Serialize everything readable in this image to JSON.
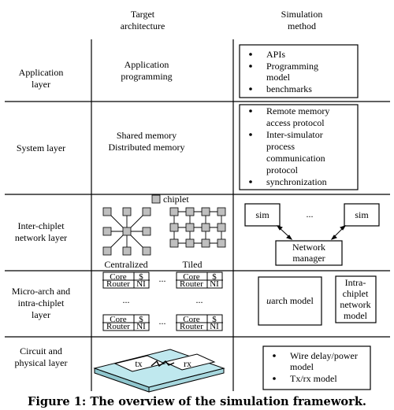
{
  "headers": {
    "target_l1": "Target",
    "target_l2": "architecture",
    "sim_l1": "Simulation",
    "sim_l2": "method"
  },
  "rows": {
    "app": {
      "layer_l1": "Application",
      "layer_l2": "layer",
      "target_l1": "Application",
      "target_l2": "programming",
      "bullets": [
        [
          "APIs"
        ],
        [
          "Programming",
          "model"
        ],
        [
          "benchmarks"
        ]
      ]
    },
    "sys": {
      "layer": "System layer",
      "target_l1": "Shared memory",
      "target_l2": "Distributed memory",
      "bullets": [
        [
          "Remote memory",
          "access protocol"
        ],
        [
          "Inter-simulator",
          "process",
          "communication",
          "protocol"
        ],
        [
          "synchronization"
        ]
      ]
    },
    "net": {
      "layer_l1": "Inter-chiplet",
      "layer_l2": "network layer",
      "legend": "chiplet",
      "centralized": "Centralized",
      "tiled": "Tiled",
      "sim_left": "sim",
      "sim_right": "sim",
      "dots": "...",
      "manager_l1": "Network",
      "manager_l2": "manager"
    },
    "micro": {
      "layer_l1": "Micro-arch and",
      "layer_l2": "intra-chiplet",
      "layer_l3": "layer",
      "core": "Core",
      "cache": "$",
      "router": "Router",
      "ni": "NI",
      "dots_h": "...",
      "dots_v": "...",
      "uarch_italic": "u",
      "uarch_rest": "arch model",
      "intra_l1": "Intra-",
      "intra_l2": "chiplet",
      "intra_l3": "network",
      "intra_l4": "model"
    },
    "phys": {
      "layer_l1": "Circuit and",
      "layer_l2": "physical layer",
      "tx": "tx",
      "rx": "rx",
      "bullets": [
        [
          "Wire delay/power",
          "model"
        ],
        [
          "Tx/rx model"
        ]
      ]
    }
  },
  "caption": "Figure 1: The overview of the simulation framework.",
  "colors": {
    "chiplet_fill": "#bfbfbf",
    "board_fill": "#bfe8ee",
    "ink": "#000000"
  }
}
